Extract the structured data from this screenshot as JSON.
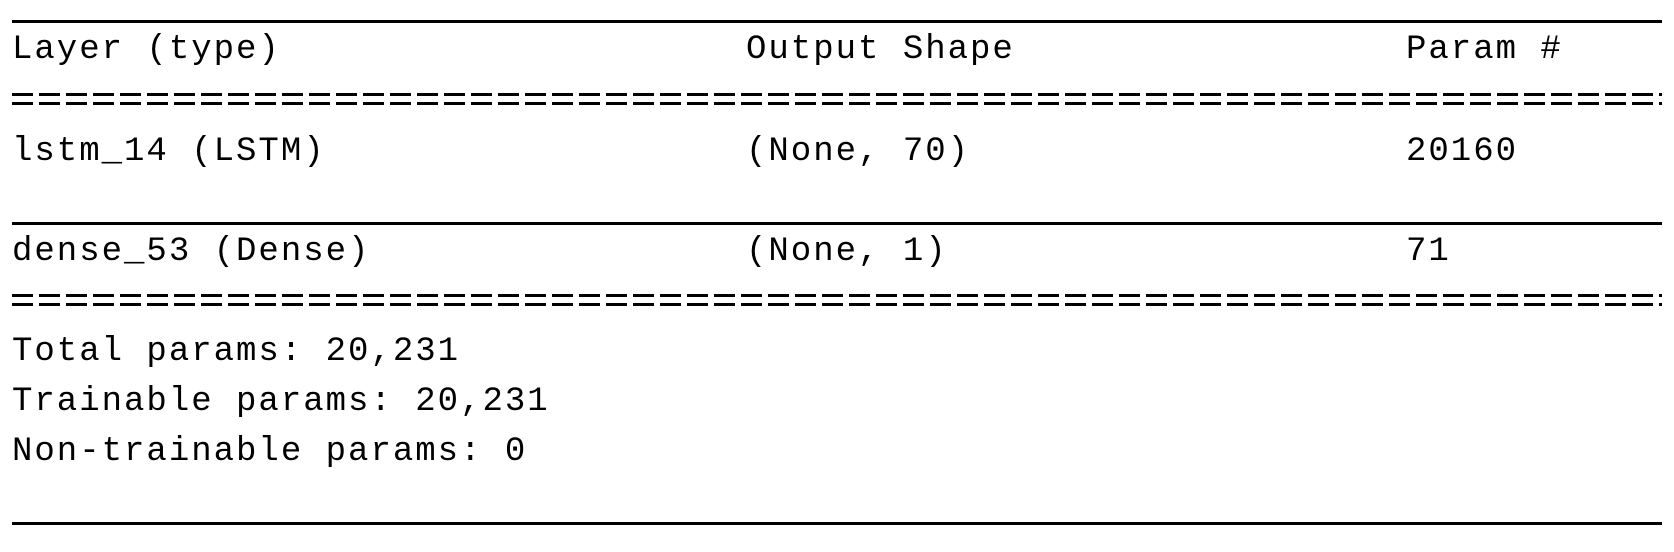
{
  "header": {
    "layer": "Layer (type)",
    "output_shape": "Output Shape",
    "param": "Param #"
  },
  "rows": [
    {
      "layer": "lstm_14 (LSTM)",
      "output_shape": "(None, 70)",
      "param": "20160"
    },
    {
      "layer": "dense_53 (Dense)",
      "output_shape": "(None, 1)",
      "param": "71"
    }
  ],
  "summary": {
    "total": "Total params: 20,231",
    "trainable": "Trainable params: 20,231",
    "non_trainable": "Non-trainable params: 0"
  }
}
